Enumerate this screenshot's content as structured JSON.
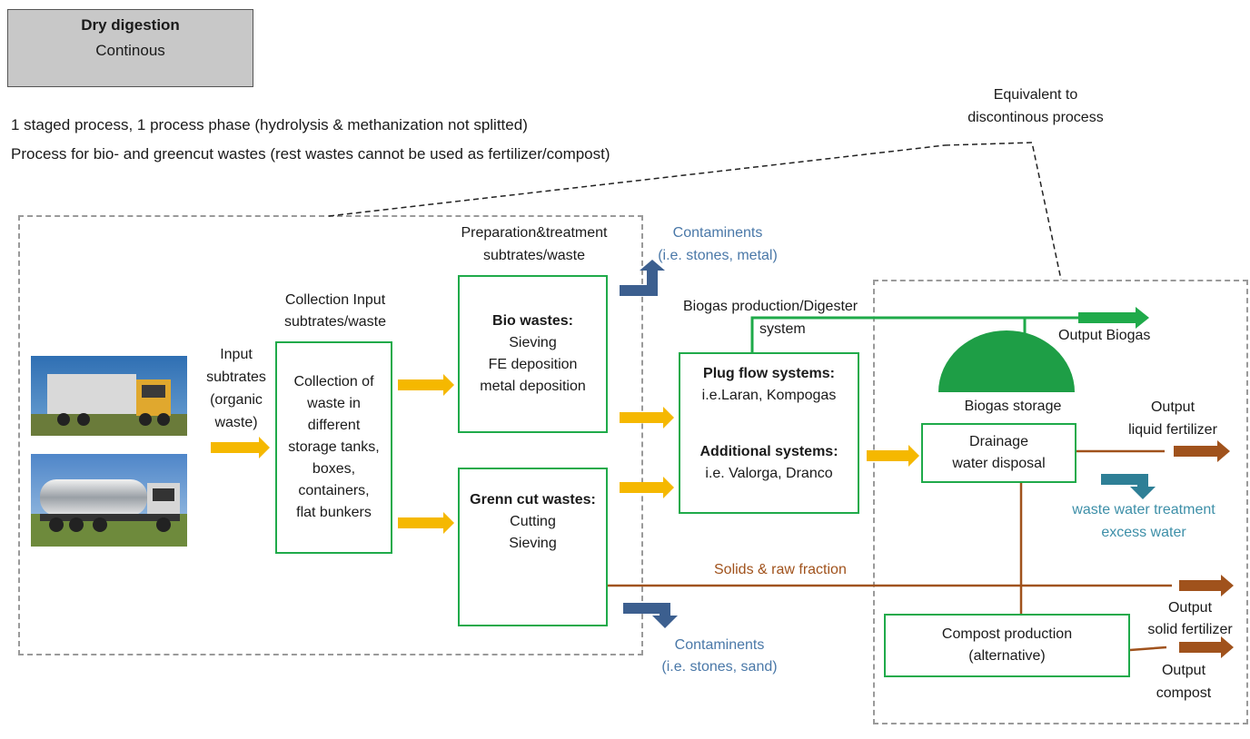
{
  "header": {
    "title": "Dry digestion",
    "subtitle": "Continous"
  },
  "description": {
    "line1": "1 staged process, 1 process phase (hydrolysis & methanization not splitted)",
    "line2": "Process for bio- and greencut wastes (rest wastes cannot be used as fertilizer/compost)"
  },
  "equivalent_note": {
    "line1": "Equivalent to",
    "line2": "discontinous process"
  },
  "input": {
    "line1": "Input",
    "line2": "subtrates",
    "line3": "(organic",
    "line4": "waste)"
  },
  "collection": {
    "heading_line1": "Collection Input",
    "heading_line2": "subtrates/waste",
    "lines": [
      "Collection of",
      "waste in",
      "different",
      "storage tanks,",
      "boxes,",
      "containers,",
      "flat bunkers"
    ]
  },
  "preparation": {
    "heading_line1": "Preparation&treatment",
    "heading_line2": "subtrates/waste"
  },
  "bio_wastes": {
    "title": "Bio wastes:",
    "lines": [
      "Sieving",
      "FE deposition",
      "metal deposition"
    ]
  },
  "green_cut": {
    "title": "Grenn cut wastes:",
    "lines": [
      "Cutting",
      "Sieving"
    ]
  },
  "contaminants_top": {
    "line1": "Contaminents",
    "line2": "(i.e. stones, metal)"
  },
  "contaminants_bottom": {
    "line1": "Contaminents",
    "line2": "(i.e. stones, sand)"
  },
  "digester": {
    "heading_line1": "Biogas production/Digester",
    "heading_line2": "system",
    "plug_title": "Plug flow systems:",
    "plug_examples": "i.e.Laran, Kompogas",
    "additional_title": "Additional systems:",
    "additional_examples": "i.e. Valorga, Dranco"
  },
  "output_biogas": "Output Biogas",
  "biogas_storage": "Biogas storage",
  "drainage": {
    "line1": "Drainage",
    "line2": "water disposal"
  },
  "output_liquid": {
    "line1": "Output",
    "line2": "liquid fertilizer"
  },
  "waste_water": {
    "line1": "waste water treatment",
    "line2": "excess water"
  },
  "solids_label": "Solids & raw fraction",
  "output_solid": {
    "line1": "Output",
    "line2": "solid fertilizer"
  },
  "compost": {
    "line1": "Compost production",
    "line2": "(alternative)"
  },
  "output_compost": {
    "line1": "Output",
    "line2": "compost"
  },
  "colors": {
    "green": "#1faa4a",
    "yellow_arrow": "#f5b800",
    "brown_flow": "#a0521c",
    "blue_arrow": "#3c5f8f",
    "teal_arrow": "#2e7f96",
    "dashed_border": "#9a9a9a"
  }
}
